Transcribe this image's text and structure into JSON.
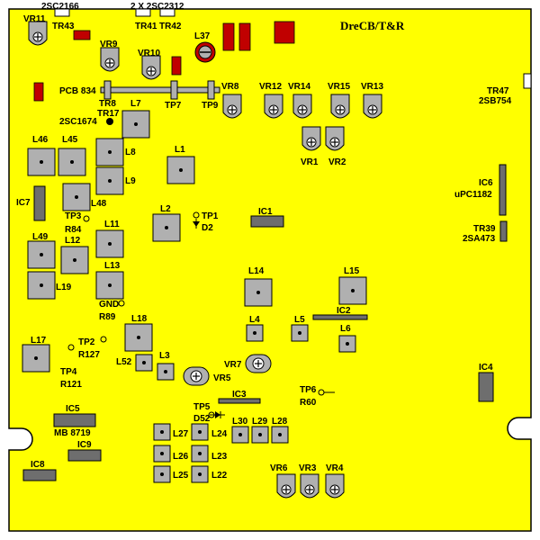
{
  "board": {
    "title": "DreCB/T&R",
    "colors": {
      "pcb": "#ffff00",
      "outline": "#000000",
      "coil": "#b0b0b0",
      "ic": "#6e6e6e",
      "resistor": "#c00000",
      "screw": "#808080"
    }
  },
  "labels": {
    "tr43_top": "2SC2166",
    "tr41_top": "2 X 2SC2312",
    "vr11": "VR11",
    "tr43": "TR43",
    "tr41": "TR41",
    "tr42": "TR42",
    "vr9": "VR9",
    "vr10": "VR10",
    "l37": "L37",
    "vr8": "VR8",
    "vr12": "VR12",
    "vr14": "VR14",
    "vr15": "VR15",
    "vr13": "VR13",
    "pcb": "PCB 834",
    "tr8": "TR8",
    "tr17": "TR17",
    "tp7": "TP7",
    "tp9": "TP9",
    "l7": "L7",
    "tr17_part": "2SC1674",
    "tr47": "TR47",
    "tr47_part": "2SB754",
    "vr1": "VR1",
    "vr2": "VR2",
    "l46": "L46",
    "l45": "L45",
    "l8": "L8",
    "l1": "L1",
    "l9": "L9",
    "ic6": "IC6",
    "ic6_part": "uPC1182",
    "ic7": "IC7",
    "l48": "L48",
    "tp3": "TP3",
    "l2": "L2",
    "tp1": "TP1",
    "d2": "D2",
    "ic1": "IC1",
    "tr39": "TR39",
    "tr39_part": "2SA473",
    "r84": "R84",
    "l11": "L11",
    "l49": "L49",
    "l12": "L12",
    "l13": "L13",
    "l14": "L14",
    "l15": "L15",
    "l19": "L19",
    "gnd": "GND",
    "r89": "R89",
    "l18": "L18",
    "l4": "L4",
    "l5": "L5",
    "ic2": "IC2",
    "l6": "L6",
    "l17": "L17",
    "tp2": "TP2",
    "r127": "R127",
    "l52": "L52",
    "l3": "L3",
    "vr5": "VR5",
    "vr7": "VR7",
    "tp4": "TP4",
    "ic4": "IC4",
    "r121": "R121",
    "ic3": "IC3",
    "tp6": "TP6",
    "r60": "R60",
    "ic5": "IC5",
    "tp5": "TP5",
    "d52": "D52",
    "l30": "L30",
    "l29": "L29",
    "l28": "L28",
    "ic5_part": "MB 8719",
    "l27": "L27",
    "l24": "L24",
    "ic9": "IC9",
    "l26": "L26",
    "l23": "L23",
    "ic8": "IC8",
    "l25": "L25",
    "l22": "L22",
    "vr6": "VR6",
    "vr3": "VR3",
    "vr4": "VR4"
  }
}
